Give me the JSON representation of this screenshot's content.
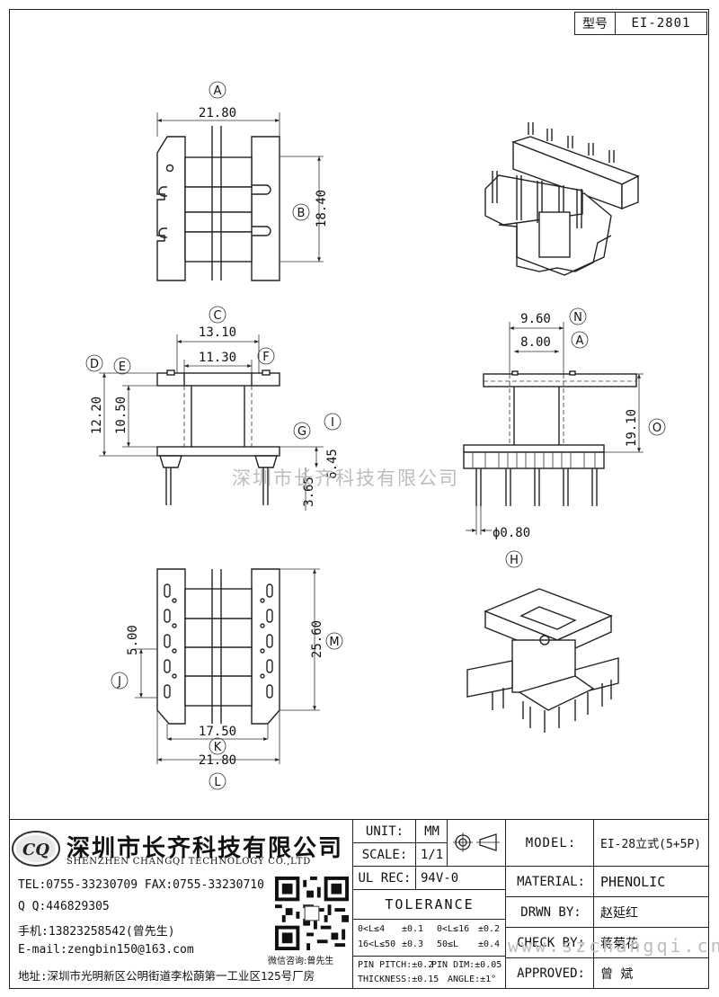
{
  "model_top": {
    "key": "型号",
    "value": "EI-2801"
  },
  "dims": {
    "A_circle": "A",
    "A_val": "21.80",
    "B_circle": "B",
    "B_val": "18.40",
    "C_circle": "C",
    "C_val": "13.10",
    "inner_val": "11.30",
    "D_circle": "D",
    "E_circle": "E",
    "F_circle": "F",
    "h1_val": "12.20",
    "h2_val": "10.50",
    "G_circle": "G",
    "I_circle": "I",
    "g_val": "3.65",
    "i_val": "6.45",
    "N_circle": "N",
    "n_val": "9.60",
    "A2_circle": "A",
    "a2_val": "8.00",
    "O_circle": "O",
    "o_val": "19.10",
    "pin_val": "ϕ0.80",
    "H_circle": "H",
    "J_circle": "J",
    "j_val": "5.00",
    "M_circle": "M",
    "m_val": "25.60",
    "k_val": "17.50",
    "K_circle": "K",
    "l_val": "21.80",
    "L_circle": "L"
  },
  "watermark": "深圳市长齐科技有限公司",
  "watermark_url": "www.szchangqi.cn",
  "company": {
    "logo_text": "CQ",
    "name_cn": "深圳市长齐科技有限公司",
    "name_en": "SHENZHEN CHANGQI TECHNOLOGY CO.,LTD",
    "tel": "TEL:0755-33230709 FAX:0755-33230710",
    "qq": "Q Q:446829305",
    "phone": "手机:13823258542(曾先生)",
    "email": "E-mail:zengbin150@163.com",
    "address": "地址:深圳市光明新区公明街道李松蓢第一工业区125号厂房",
    "qr_caption": "微信咨询:曾先生"
  },
  "spec": {
    "unit_label": "UNIT:",
    "unit_value": "MM",
    "scale_label": "SCALE:",
    "scale_value": "1/1",
    "ulrec_label": "UL REC:",
    "ulrec_value": "94V-0",
    "tolerance": "TOLERANCE",
    "tol1": "0<L≤4",
    "tol1v": "±0.1",
    "tol2": "0<L≤16",
    "tol2v": "±0.2",
    "tol3": "16<L≤50",
    "tol3v": "±0.3",
    "tol4": "50≤L",
    "tol4v": "±0.4",
    "tol5": "PIN PITCH:±0.2",
    "tol6": "PIN DIM:±0.05",
    "tol7": "THICKNESS:±0.15",
    "tol8": "ANGLE:±1°"
  },
  "info": {
    "model_label": "MODEL:",
    "model_value": "EI-28立式(5+5P)",
    "material_label": "MATERIAL:",
    "material_value": "PHENOLIC",
    "drawn_label": "DRWN BY:",
    "drawn_value": "赵延红",
    "check_label": "CHECK BY:",
    "check_value": "蒋菊花",
    "approved_label": "APPROVED:",
    "approved_value": "曾  斌"
  }
}
